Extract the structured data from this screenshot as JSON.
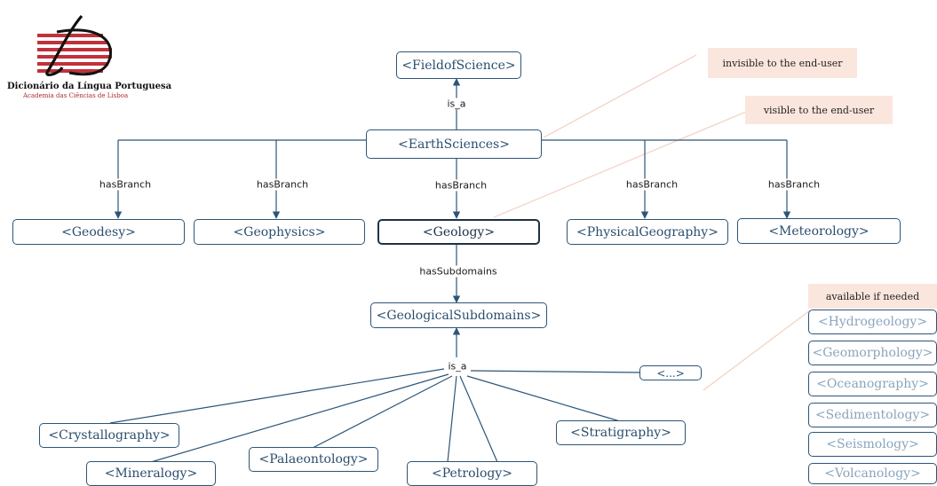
{
  "logo": {
    "name": "Dicionário da Língua Portuguesa",
    "subtitle": "Academia das Ciências de Lisboa",
    "colors": {
      "red": "#c0313a",
      "black": "#111111"
    }
  },
  "notes": {
    "invisible": "invisible  to the end-user",
    "visible": "visible  to the end-user",
    "available": "available  if needed"
  },
  "nodes": {
    "field": "<FieldofScience>",
    "earth": "<EarthSciences>",
    "geodesy": "<Geodesy>",
    "geophysics": "<Geophysics>",
    "geology": "<Geology>",
    "physgeo": "<PhysicalGeography>",
    "meteorology": "<Meteorology>",
    "geosub": "<GeologicalSubdomains>",
    "etc": "<...>",
    "cryst": "<Crystallography>",
    "mineral": "<Mineralogy>",
    "palaeo": "<Palaeontology>",
    "petro": "<Petrology>",
    "strat": "<Stratigraphy>",
    "hydro": "<Hydrogeology>",
    "geomorph": "<Geomorphology>",
    "ocean": "<Oceanography>",
    "sedim": "<Sedimentology>",
    "seismo": "<Seismology>",
    "volcano": "<Volcanology>"
  },
  "edges": {
    "is_a": "is_a",
    "hasBranch": "hasBranch",
    "hasSubdomains": "hasSubdomains"
  },
  "colors": {
    "line": "#2c5577",
    "pointer": "#f3cfc2",
    "note_bg": "#fbe6de",
    "faint_text": "#8aa5bd"
  }
}
